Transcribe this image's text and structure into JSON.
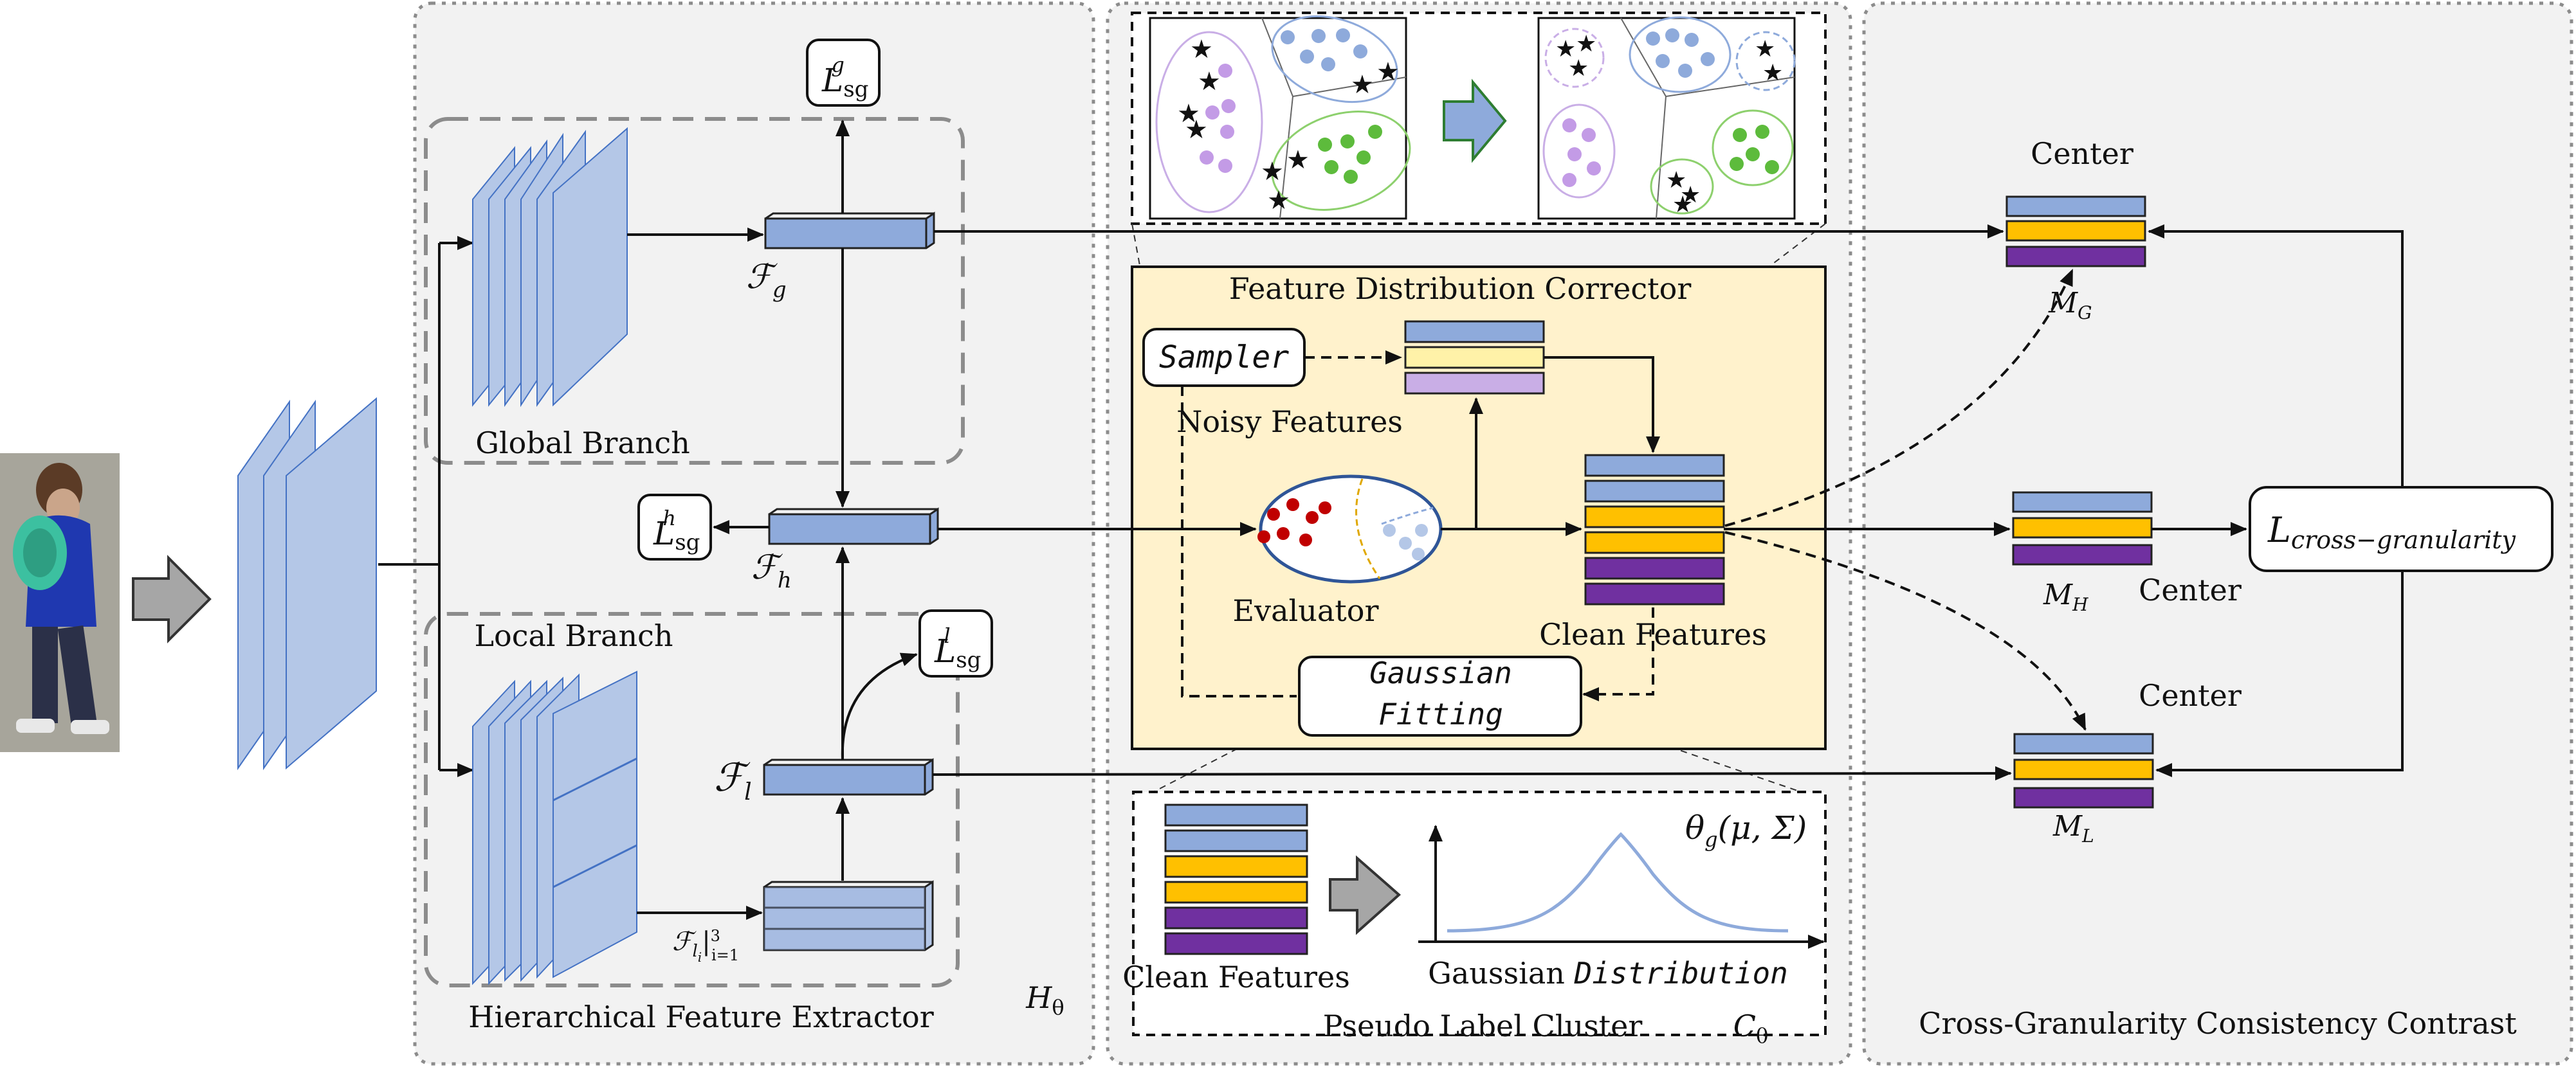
{
  "panels": {
    "extractor": {
      "caption": "Hierarchical Feature Extractor",
      "param": "H",
      "param_sub": "θ"
    },
    "cluster": {
      "caption": "Pseudo Label Cluster",
      "param": "C",
      "param_sub": "θ"
    },
    "contrast": {
      "caption": "Cross-Granularity Consistency Contrast"
    }
  },
  "branches": {
    "global": "Global Branch",
    "local": "Local Branch"
  },
  "features": {
    "fg": {
      "main": "ℱ",
      "sub": "g"
    },
    "fh": {
      "main": "ℱ",
      "sub": "h"
    },
    "fl": {
      "main": "ℱ",
      "sub": "l"
    },
    "fli": {
      "main": "ℱ",
      "sub": "l",
      "subsub": "i",
      "range": "|",
      "sup": "3",
      "lower": "i=1"
    }
  },
  "losses": {
    "global": {
      "main": "L",
      "sub": "sg",
      "sup": "g"
    },
    "hier": {
      "main": "L",
      "sub": "sg",
      "sup": "h"
    },
    "local": {
      "main": "L",
      "sub": "sg",
      "sup": "l"
    },
    "cross": {
      "main": "L",
      "sub": "cross−granularity"
    }
  },
  "corrector": {
    "title": "Feature Distribution Corrector",
    "sampler": "Sampler",
    "noisy": "Noisy Features",
    "evaluator": "Evaluator",
    "clean": "Clean Features",
    "gauss_line1": "Gaussian",
    "gauss_line2": "Fitting"
  },
  "cluster_box": {
    "clean": "Clean Features",
    "dist_plain": "Gaussian ",
    "dist_ital": "Distribution",
    "theta": "θ",
    "theta_sub": "g",
    "theta_args": "(μ, Σ)"
  },
  "memories": {
    "center_label": "Center",
    "mg": {
      "main": "M",
      "sub": "G"
    },
    "mh": {
      "main": "M",
      "sub": "H"
    },
    "ml": {
      "main": "M",
      "sub": "L"
    }
  },
  "colors": {
    "blue": "#8eaadb",
    "blue_light": "#b4c7e7",
    "yellow": "#ffc000",
    "purple": "#7030a0",
    "lavender": "#c9aee6",
    "panel_bg": "#f2f2f2",
    "corrector_bg": "#fff2cc",
    "arrow_green": "#2e7d32"
  }
}
